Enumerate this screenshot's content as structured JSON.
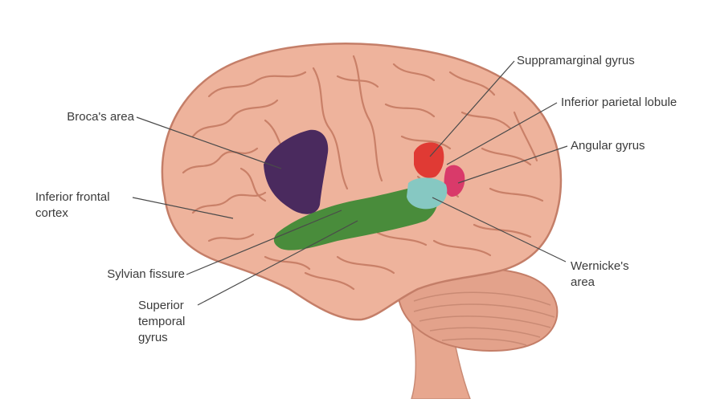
{
  "labels": {
    "broca": "Broca's area",
    "inferior_frontal_1": "Inferior frontal",
    "inferior_frontal_2": "cortex",
    "sylvian": "Sylvian fissure",
    "superior_temporal_1": "Superior",
    "superior_temporal_2": "temporal",
    "superior_temporal_3": "gyrus",
    "supramarginal": "Suppramarginal gyrus",
    "inferior_parietal": "Inferior parietal lobule",
    "angular": "Angular gyrus",
    "wernicke_1": "Wernicke's",
    "wernicke_2": "area"
  },
  "colors": {
    "brain": "#eeb39c",
    "brain_shadow": "#d88f78",
    "gyrus_line": "#c47e68",
    "cerebellum": "#e3a28b",
    "broca_region": "#4a2a5e",
    "superior_temporal_region": "#3f8a36",
    "supramarginal_region": "#e03a34",
    "angular_region": "#d93a6a",
    "wernicke_region": "#86c8c2",
    "leader_line": "#4a4a4a"
  }
}
